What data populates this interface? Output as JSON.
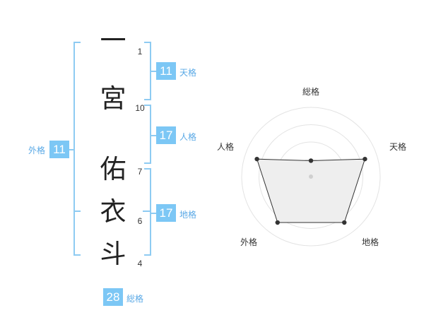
{
  "name_chars": [
    {
      "char": "一",
      "strokes": "1"
    },
    {
      "char": "宮",
      "strokes": "10"
    },
    {
      "char": "佑",
      "strokes": "7"
    },
    {
      "char": "衣",
      "strokes": "6"
    },
    {
      "char": "斗",
      "strokes": "4"
    }
  ],
  "fortunes": {
    "tenkaku": {
      "value": "11",
      "label": "天格"
    },
    "jinkaku": {
      "value": "17",
      "label": "人格"
    },
    "chikaku": {
      "value": "17",
      "label": "地格"
    },
    "gaikaku": {
      "value": "11",
      "label": "外格"
    },
    "soukaku": {
      "value": "28",
      "label": "総格"
    }
  },
  "radar": {
    "axes": [
      "総格",
      "天格",
      "地格",
      "外格",
      "人格"
    ],
    "levels": 4,
    "values": [
      0.23,
      0.82,
      0.82,
      0.82,
      0.82
    ]
  },
  "colors": {
    "accent": "#7cc7f5",
    "bracket": "#8ecbf2",
    "radar_fill": "#eeeeee"
  }
}
